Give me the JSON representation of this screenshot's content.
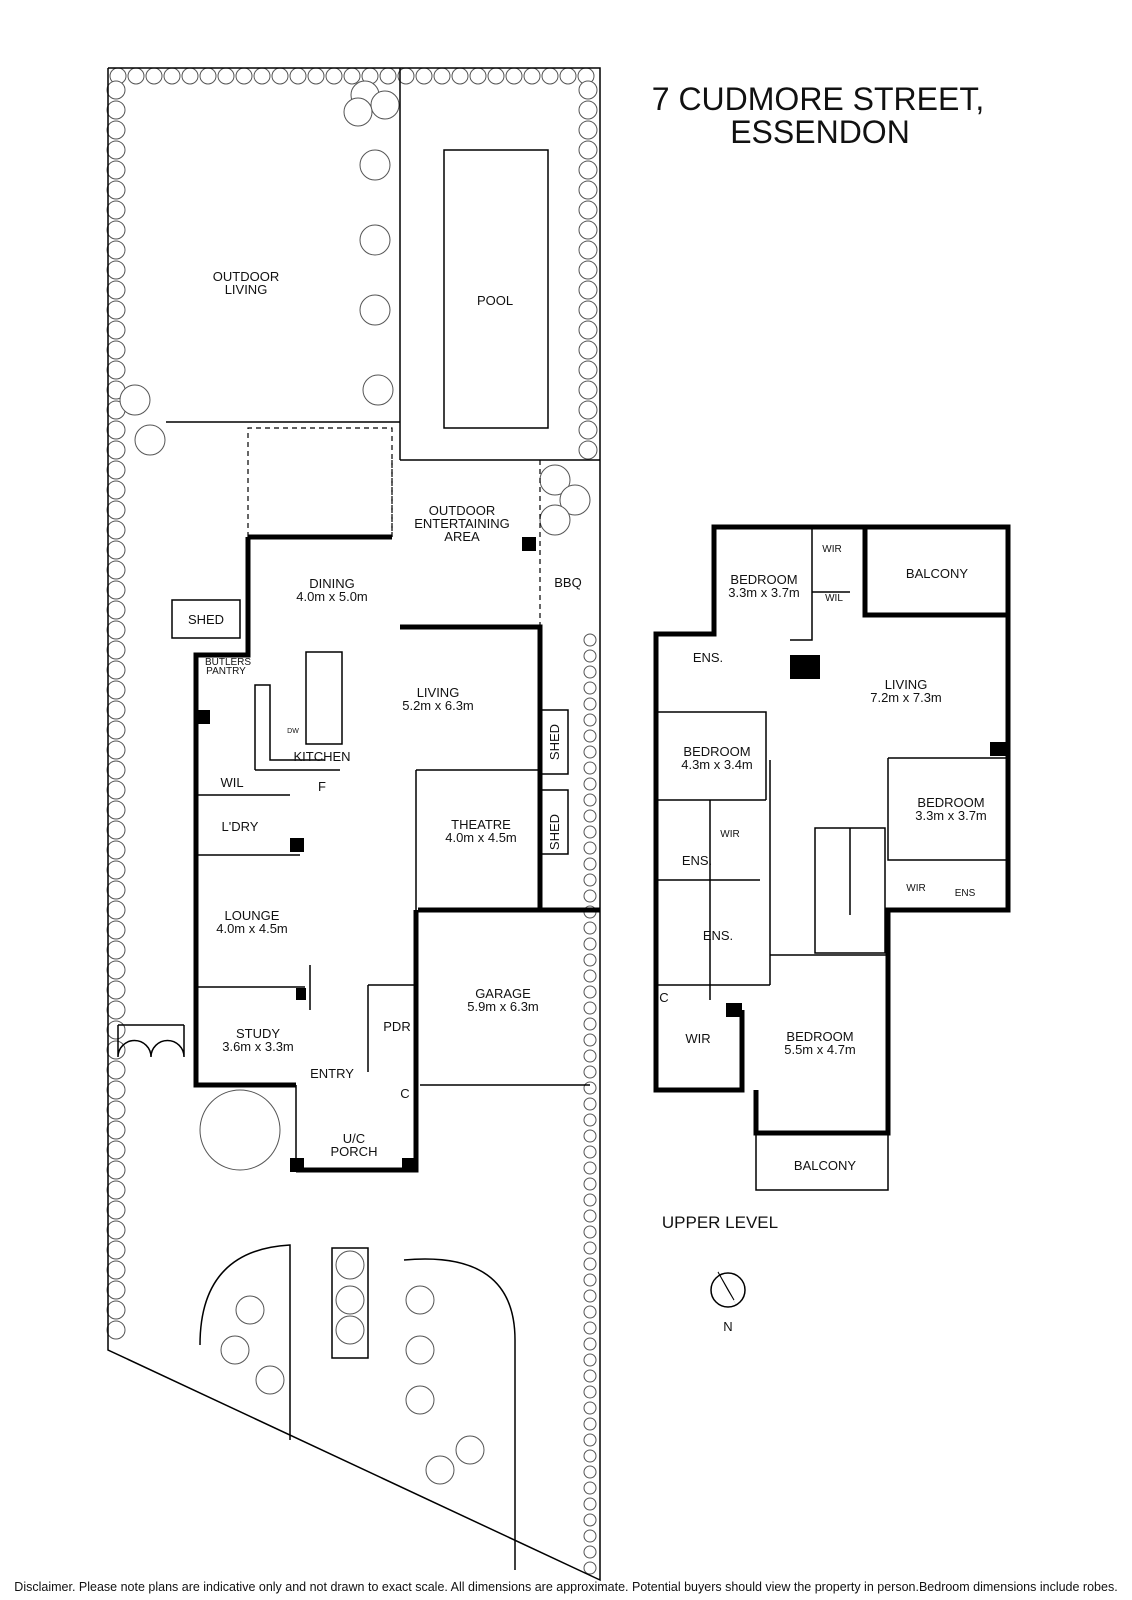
{
  "title": {
    "line1": "7 CUDMORE STREET,",
    "line2": "ESSENDON"
  },
  "lower": {
    "outdoor_living": [
      "OUTDOOR",
      "LIVING"
    ],
    "pool": "POOL",
    "outdoor_entertaining": [
      "OUTDOOR",
      "ENTERTAINING",
      "AREA"
    ],
    "bbq": "BBQ",
    "shed": "SHED",
    "butlers_pantry": [
      "BUTLERS",
      "PANTRY"
    ],
    "dining": {
      "name": "DINING",
      "size": "4.0m x 5.0m"
    },
    "living": {
      "name": "LIVING",
      "size": "5.2m x 6.3m"
    },
    "kitchen": "KITCHEN",
    "dw": "DW",
    "fridge": "F",
    "wil": "WIL",
    "laundry": "L'DRY",
    "theatre": {
      "name": "THEATRE",
      "size": "4.0m x 4.5m"
    },
    "shed_side_1": "SHED",
    "shed_side_2": "SHED",
    "lounge": {
      "name": "LOUNGE",
      "size": "4.0m x 4.5m"
    },
    "garage": {
      "name": "GARAGE",
      "size": "5.9m x 6.3m"
    },
    "pdr": "PDR",
    "study": {
      "name": "STUDY",
      "size": "3.6m x 3.3m"
    },
    "entry": "ENTRY",
    "cupboard": "C",
    "porch": [
      "U/C",
      "PORCH"
    ]
  },
  "upper": {
    "level_label": "UPPER LEVEL",
    "bedroom1": {
      "name": "BEDROOM",
      "size": "3.3m x 3.7m"
    },
    "wir1": "WIR",
    "wil1": "WIL",
    "balcony1": "BALCONY",
    "ens1": "ENS.",
    "living": {
      "name": "LIVING",
      "size": "7.2m x 7.3m"
    },
    "bedroom2": {
      "name": "BEDROOM",
      "size": "4.3m x 3.4m"
    },
    "wir2": "WIR",
    "ens2": "ENS.",
    "bedroom3": {
      "name": "BEDROOM",
      "size": "3.3m x 3.7m"
    },
    "wir3": "WIR",
    "ens3": "ENS",
    "ens4": "ENS.",
    "cupboard": "C",
    "wir4": "WIR",
    "bedroom4": {
      "name": "BEDROOM",
      "size": "5.5m x 4.7m"
    },
    "balcony2": "BALCONY"
  },
  "compass": {
    "label": "N"
  },
  "disclaimer": "Disclaimer. Please note plans are indicative only and not drawn to exact scale. All dimensions are approximate. Potential buyers should view the property in person.Bedroom dimensions include robes."
}
